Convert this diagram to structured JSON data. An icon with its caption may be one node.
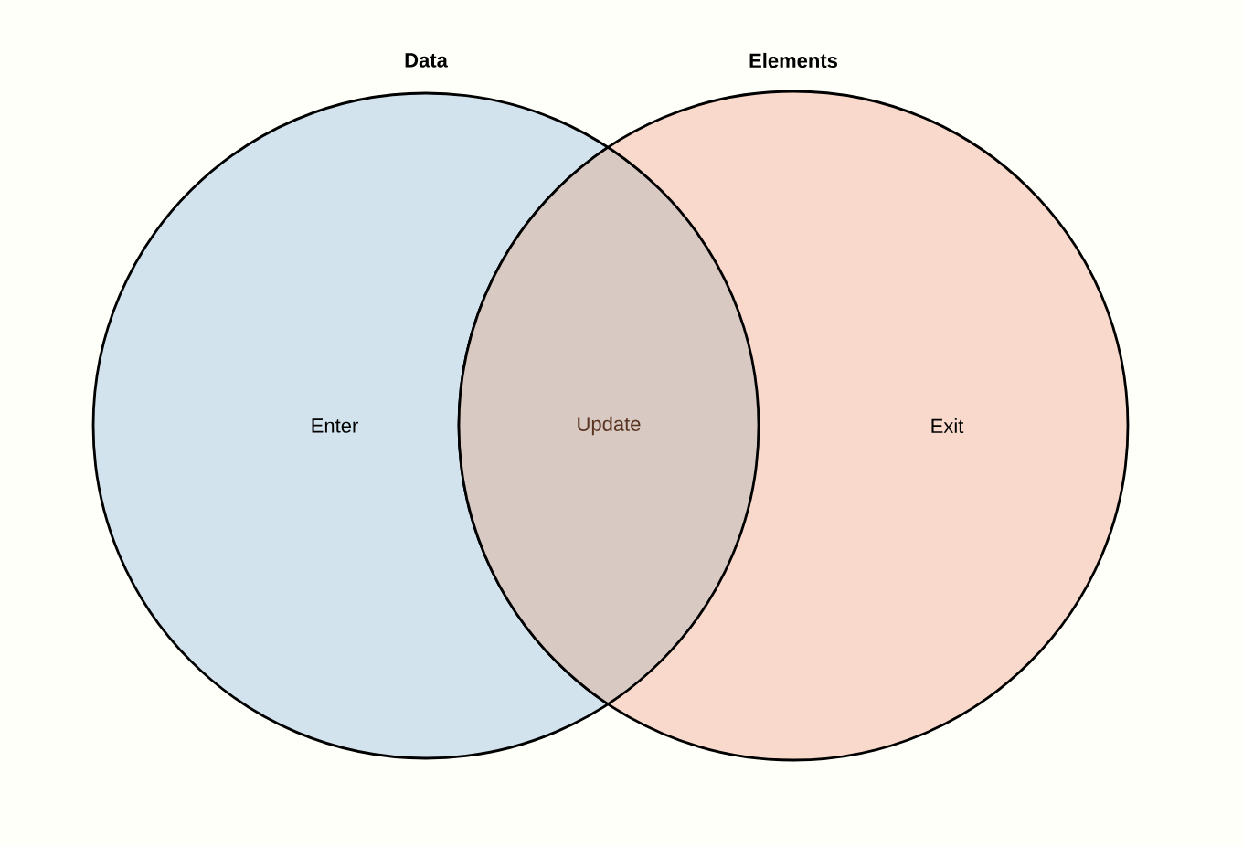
{
  "diagram": {
    "nodes": [
      {
        "text": [
          "Data",
          "Enter"
        ]
      },
      {
        "text": [
          "Elements",
          "Exit"
        ]
      }
    ],
    "labels": [
      "Update"
    ]
  }
}
